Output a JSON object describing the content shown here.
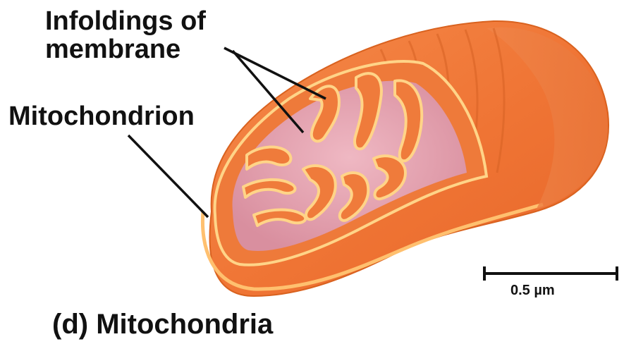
{
  "labels": {
    "infoldings_line1": "Infoldings of",
    "infoldings_line2": "membrane",
    "mitochondrion": "Mitochondrion",
    "scale_bar": "0.5 µm",
    "caption": "(d) Mitochondria"
  },
  "colors": {
    "outer": "#f07a3c",
    "outer_dark": "#d85f22",
    "membrane_edge": "#ffd488",
    "matrix": "#e4a3b3",
    "label_text": "#111111"
  }
}
